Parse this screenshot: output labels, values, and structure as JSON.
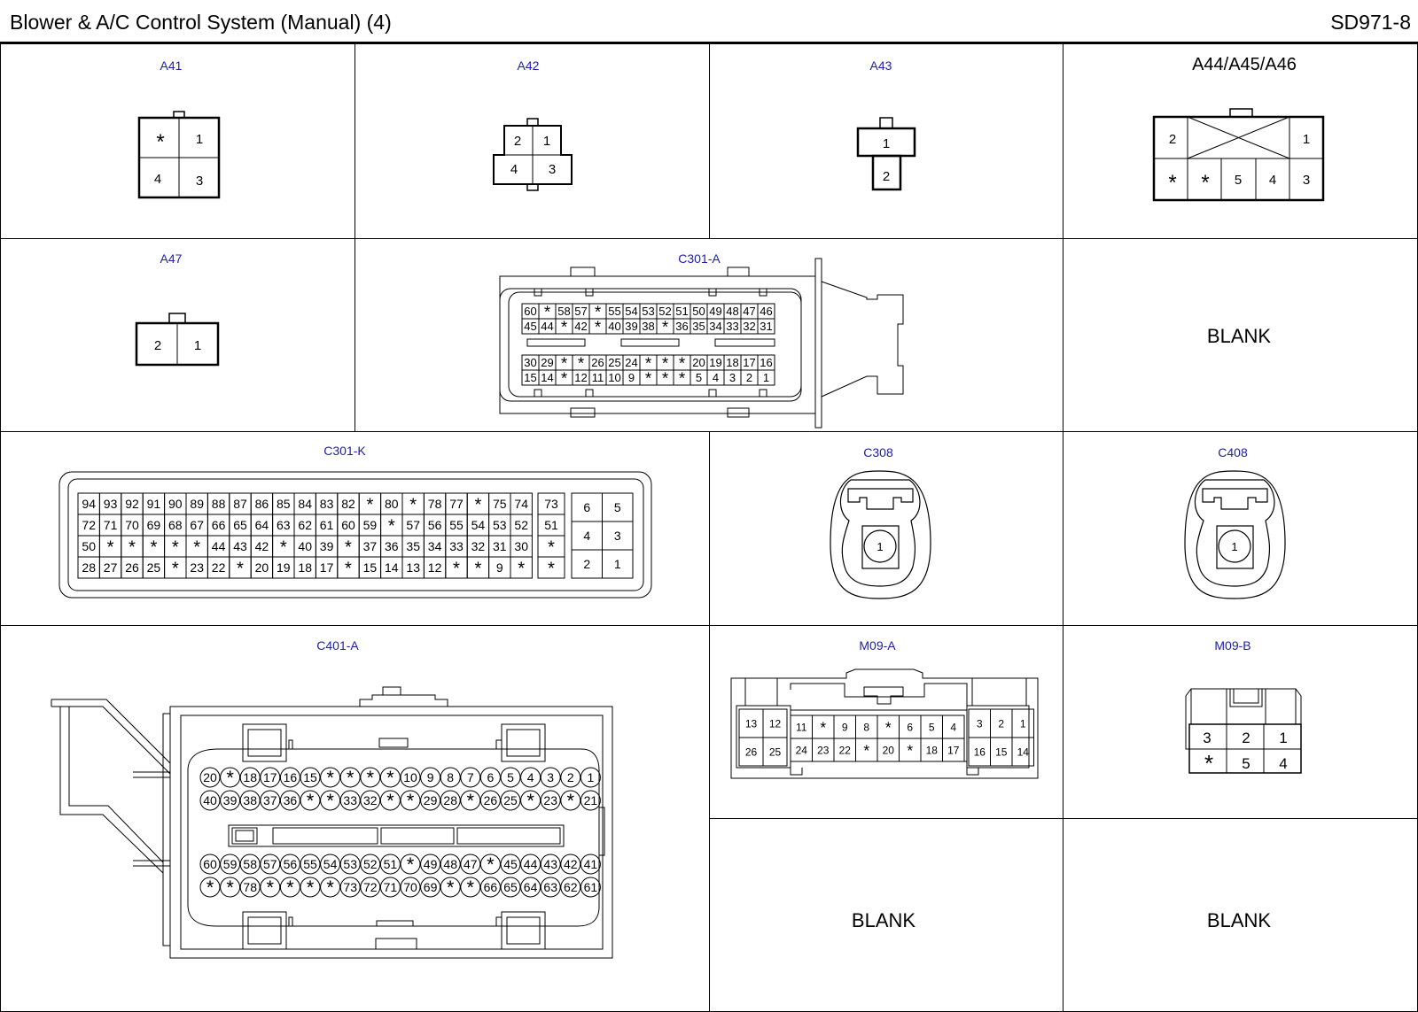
{
  "header": {
    "title": "Blower & A/C Control System (Manual) (4)",
    "code": "SD971-8"
  },
  "connectors": {
    "A41": {
      "label": "A41",
      "pins": [
        [
          "*",
          "1"
        ],
        [
          "4",
          "3"
        ]
      ]
    },
    "A42": {
      "label": "A42",
      "pins": [
        [
          "2",
          "1"
        ],
        [
          "4",
          "3"
        ]
      ]
    },
    "A43": {
      "label": "A43",
      "pins": [
        "1",
        "2"
      ]
    },
    "A44": {
      "label": "A44/A45/A46",
      "pins": [
        [
          "2",
          "1"
        ],
        [
          "*",
          "*",
          "5",
          "4",
          "3"
        ]
      ]
    },
    "A47": {
      "label": "A47",
      "pins": [
        "2",
        "1"
      ]
    },
    "C301A": {
      "label": "C301-A",
      "rows": [
        [
          "60",
          "*",
          "58",
          "57",
          "*",
          "55",
          "54",
          "53",
          "52",
          "51",
          "50",
          "49",
          "48",
          "47",
          "46"
        ],
        [
          "45",
          "44",
          "*",
          "42",
          "*",
          "40",
          "39",
          "38",
          "*",
          "36",
          "35",
          "34",
          "33",
          "32",
          "31"
        ],
        [
          "30",
          "29",
          "*",
          "*",
          "26",
          "25",
          "24",
          "*",
          "*",
          "*",
          "20",
          "19",
          "18",
          "17",
          "16"
        ],
        [
          "15",
          "14",
          "*",
          "12",
          "11",
          "10",
          "9",
          "*",
          "*",
          "*",
          "5",
          "4",
          "3",
          "2",
          "1"
        ]
      ]
    },
    "C301K": {
      "label": "C301-K",
      "rows": [
        [
          "94",
          "93",
          "92",
          "91",
          "90",
          "89",
          "88",
          "87",
          "86",
          "85",
          "84",
          "83",
          "82",
          "*",
          "80",
          "*",
          "78",
          "77",
          "*",
          "75",
          "74"
        ],
        [
          "72",
          "71",
          "70",
          "69",
          "68",
          "67",
          "66",
          "65",
          "64",
          "63",
          "62",
          "61",
          "60",
          "59",
          "*",
          "57",
          "56",
          "55",
          "54",
          "53",
          "52"
        ],
        [
          "50",
          "*",
          "*",
          "*",
          "*",
          "*",
          "44",
          "43",
          "42",
          "*",
          "40",
          "39",
          "*",
          "37",
          "36",
          "35",
          "34",
          "33",
          "32",
          "31",
          "30"
        ],
        [
          "28",
          "27",
          "26",
          "25",
          "*",
          "23",
          "22",
          "*",
          "20",
          "19",
          "18",
          "17",
          "*",
          "15",
          "14",
          "13",
          "12",
          "*",
          "*",
          "9",
          "*"
        ]
      ],
      "col_b": [
        "73",
        "51",
        "*",
        "*"
      ],
      "col_c": [
        [
          "6",
          "5"
        ],
        [
          "4",
          "3"
        ],
        [
          "2",
          "1"
        ]
      ]
    },
    "C308": {
      "label": "C308",
      "pin": "1"
    },
    "C408": {
      "label": "C408",
      "pin": "1"
    },
    "C401A": {
      "label": "C401-A",
      "rows": [
        [
          "20",
          "*",
          "18",
          "17",
          "16",
          "15",
          "*",
          "*",
          "*",
          "*",
          "10",
          "9",
          "8",
          "7",
          "6",
          "5",
          "4",
          "3",
          "2",
          "1"
        ],
        [
          "40",
          "39",
          "38",
          "37",
          "36",
          "*",
          "*",
          "33",
          "32",
          "*",
          "*",
          "29",
          "28",
          "*",
          "26",
          "25",
          "*",
          "23",
          "*",
          "21"
        ],
        [
          "60",
          "59",
          "58",
          "57",
          "56",
          "55",
          "54",
          "53",
          "52",
          "51",
          "*",
          "49",
          "48",
          "47",
          "*",
          "45",
          "44",
          "43",
          "42",
          "41"
        ],
        [
          "*",
          "*",
          "78",
          "*",
          "*",
          "*",
          "*",
          "73",
          "72",
          "71",
          "70",
          "69",
          "*",
          "*",
          "66",
          "65",
          "64",
          "63",
          "62",
          "61"
        ]
      ]
    },
    "M09A": {
      "label": "M09-A",
      "left": [
        [
          "13",
          "12"
        ],
        [
          "26",
          "25"
        ]
      ],
      "middle": [
        [
          "11",
          "*",
          "9",
          "8",
          "*",
          "6",
          "5",
          "4"
        ],
        [
          "24",
          "23",
          "22",
          "*",
          "20",
          "*",
          "18",
          "17"
        ]
      ],
      "right": [
        [
          "3",
          "2",
          "1"
        ],
        [
          "16",
          "15",
          "14"
        ]
      ]
    },
    "M09B": {
      "label": "M09-B",
      "pins": [
        [
          "3",
          "2",
          "1"
        ],
        [
          "*",
          "5",
          "4"
        ]
      ]
    }
  },
  "blank": "BLANK",
  "blank_cells": [
    "BLANK",
    "BLANK",
    "BLANK"
  ]
}
